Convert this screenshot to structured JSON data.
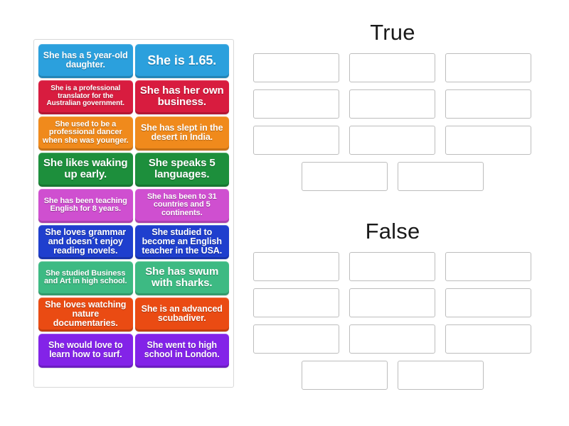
{
  "activity": {
    "type": "group-sort-drag-and-drop",
    "tile_panel_name": "word-bank"
  },
  "tiles": [
    {
      "id": 1,
      "text": "She has a 5 year-old daughter.",
      "color": "#2ba0dd",
      "size": "fs-m"
    },
    {
      "id": 2,
      "text": "She is 1.65.",
      "color": "#2ba0dd",
      "size": "fs-xl"
    },
    {
      "id": 3,
      "text": "She is a professional translator for the Australian government.",
      "color": "#d81c3f",
      "size": "fs-xs"
    },
    {
      "id": 4,
      "text": "She has her own business.",
      "color": "#d81c3f",
      "size": "fs-l"
    },
    {
      "id": 5,
      "text": "She used to be a professional dancer when she was younger.",
      "color": "#f08a1c",
      "size": "fs-s"
    },
    {
      "id": 6,
      "text": "She has slept in the desert in India.",
      "color": "#f08a1c",
      "size": "fs-m"
    },
    {
      "id": 7,
      "text": "She likes waking up early.",
      "color": "#1d8f3c",
      "size": "fs-l"
    },
    {
      "id": 8,
      "text": "She speaks 5 languages.",
      "color": "#1d8f3c",
      "size": "fs-l"
    },
    {
      "id": 9,
      "text": "She has been teaching English for 8 years.",
      "color": "#cf4fd0",
      "size": "fs-s"
    },
    {
      "id": 10,
      "text": "She has been to 31 countries and 5 continents.",
      "color": "#cf4fd0",
      "size": "fs-s"
    },
    {
      "id": 11,
      "text": "She loves grammar and doesn´t enjoy reading novels.",
      "color": "#1f3fce",
      "size": "fs-m"
    },
    {
      "id": 12,
      "text": "She studied to become an English teacher in the USA.",
      "color": "#1f3fce",
      "size": "fs-m"
    },
    {
      "id": 13,
      "text": "She studied Business and Art in high school.",
      "color": "#3dba83",
      "size": "fs-s"
    },
    {
      "id": 14,
      "text": "She has swum with sharks.",
      "color": "#3dba83",
      "size": "fs-l"
    },
    {
      "id": 15,
      "text": "She loves watching nature documentaries.",
      "color": "#ea4b13",
      "size": "fs-m"
    },
    {
      "id": 16,
      "text": "She is an advanced scubadiver.",
      "color": "#ea4b13",
      "size": "fs-m"
    },
    {
      "id": 17,
      "text": "She would love to learn how to surf.",
      "color": "#8323e8",
      "size": "fs-m"
    },
    {
      "id": 18,
      "text": "She went to high school in London.",
      "color": "#8323e8",
      "size": "fs-m"
    }
  ],
  "groups": [
    {
      "id": "true",
      "title": "True",
      "rows": [
        {
          "centered": false,
          "slots": 3
        },
        {
          "centered": false,
          "slots": 3
        },
        {
          "centered": false,
          "slots": 3
        },
        {
          "centered": true,
          "slots": 2
        }
      ],
      "slot_count": 11
    },
    {
      "id": "false",
      "title": "False",
      "rows": [
        {
          "centered": false,
          "slots": 3
        },
        {
          "centered": false,
          "slots": 3
        },
        {
          "centered": false,
          "slots": 3
        },
        {
          "centered": true,
          "slots": 2
        }
      ],
      "slot_count": 11
    }
  ],
  "colors": {
    "background": "#ffffff",
    "panel_border": "#d8d8d8",
    "drop_zone_border": "#bdbdbd",
    "title_text": "#1a1a1a",
    "tile_text": "#ffffff"
  }
}
